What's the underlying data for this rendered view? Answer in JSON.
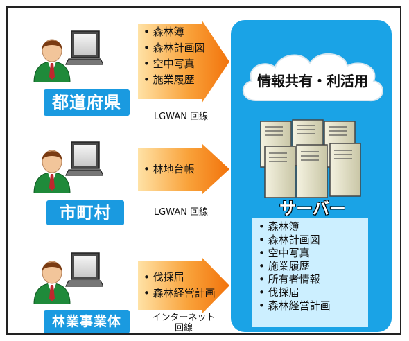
{
  "organizations": [
    {
      "label": "都道府県",
      "items": [
        "森林簿",
        "森林計画図",
        "空中写真",
        "施業履歴"
      ],
      "line": "LGWAN 回線"
    },
    {
      "label": "市町村",
      "items": [
        "林地台帳"
      ],
      "line": "LGWAN 回線"
    },
    {
      "label": "林業事業体",
      "items": [
        "伐採届",
        "森林経営計画"
      ],
      "line_1": "インターネット",
      "line_2": "回線"
    }
  ],
  "cloud": {
    "text": "情報共有・利活用"
  },
  "server": {
    "label": "サーバー",
    "items": [
      "森林簿",
      "森林計画図",
      "空中写真",
      "施業履歴",
      "所有者情報",
      "伐採届",
      "森林経営計画"
    ]
  },
  "colors": {
    "panel": "#1aa3e6",
    "arrow_light": "#ffe0a0",
    "arrow_dark": "#f47a0e",
    "org_label": "#1a9ae0",
    "data_box": "#ccefff"
  }
}
